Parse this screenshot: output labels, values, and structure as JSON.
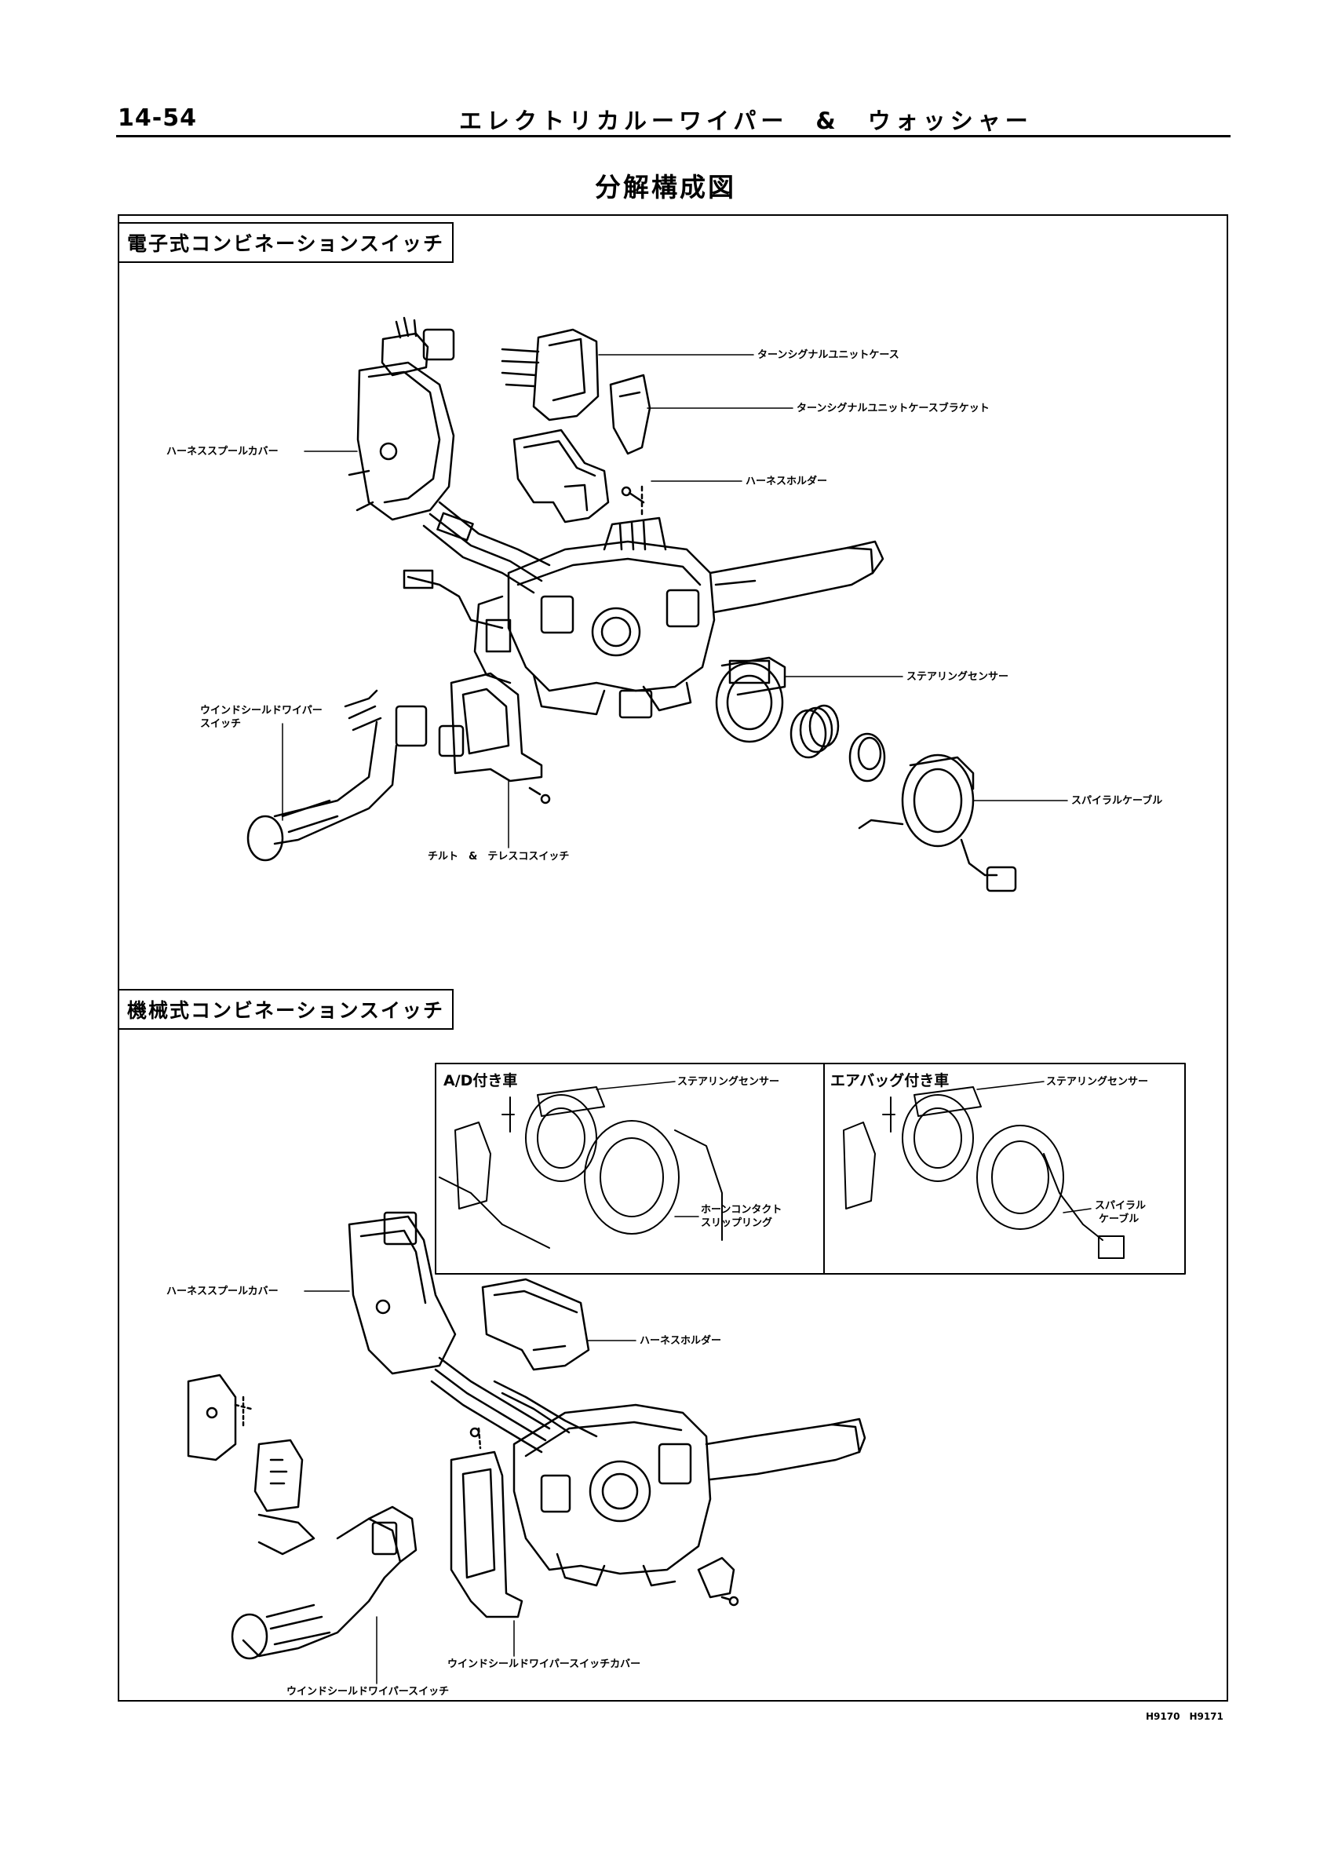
{
  "header": {
    "page_number": "14-54",
    "title": "エレクトリカルーワイパー　&　ウォッシャー"
  },
  "main_title": "分解構成図",
  "sections": {
    "electronic": {
      "title": "電子式コンビネーションスイッチ",
      "labels": {
        "turn_signal_case": "ターンシグナルユニットケース",
        "turn_signal_bracket": "ターンシグナルユニットケースブラケット",
        "harness_holder": "ハーネスホルダー",
        "harness_spool_cover": "ハーネススプールカバー",
        "steering_sensor": "ステアリングセンサー",
        "wiper_switch_line1": "ウインドシールドワイパー",
        "wiper_switch_line2": "スイッチ",
        "spiral_cable": "スパイラルケーブル",
        "tilt_telescope": "チルト　&　テレスコスイッチ"
      }
    },
    "mechanical": {
      "title": "機械式コンビネーションスイッチ",
      "box_ad": {
        "title": "A/D付き車",
        "steering_sensor": "ステアリングセンサー",
        "horn_line1": "ホーンコンタクト",
        "horn_line2": "スリップリング"
      },
      "box_airbag": {
        "title": "エアバッグ付き車",
        "steering_sensor": "ステアリングセンサー",
        "spiral_line1": "スパイラル",
        "spiral_line2": "ケーブル"
      },
      "labels": {
        "harness_spool_cover": "ハーネススプールカバー",
        "harness_holder": "ハーネスホルダー",
        "wiper_switch_cover": "ウインドシールドワイパースイッチカバー",
        "wiper_switch": "ウインドシールドワイパースイッチ"
      }
    }
  },
  "figure_codes": "H9170　H9171"
}
